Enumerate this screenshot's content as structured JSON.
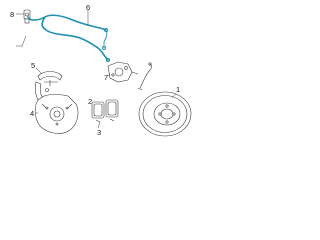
{
  "callouts": {
    "c1": "1",
    "c2": "2",
    "c3": "3",
    "c4": "4",
    "c5": "5",
    "c6": "6",
    "c7": "7",
    "c8": "8"
  },
  "colors": {
    "highlight": "#1f8fb0",
    "line": "#3a3a3a",
    "background": "#ffffff"
  }
}
